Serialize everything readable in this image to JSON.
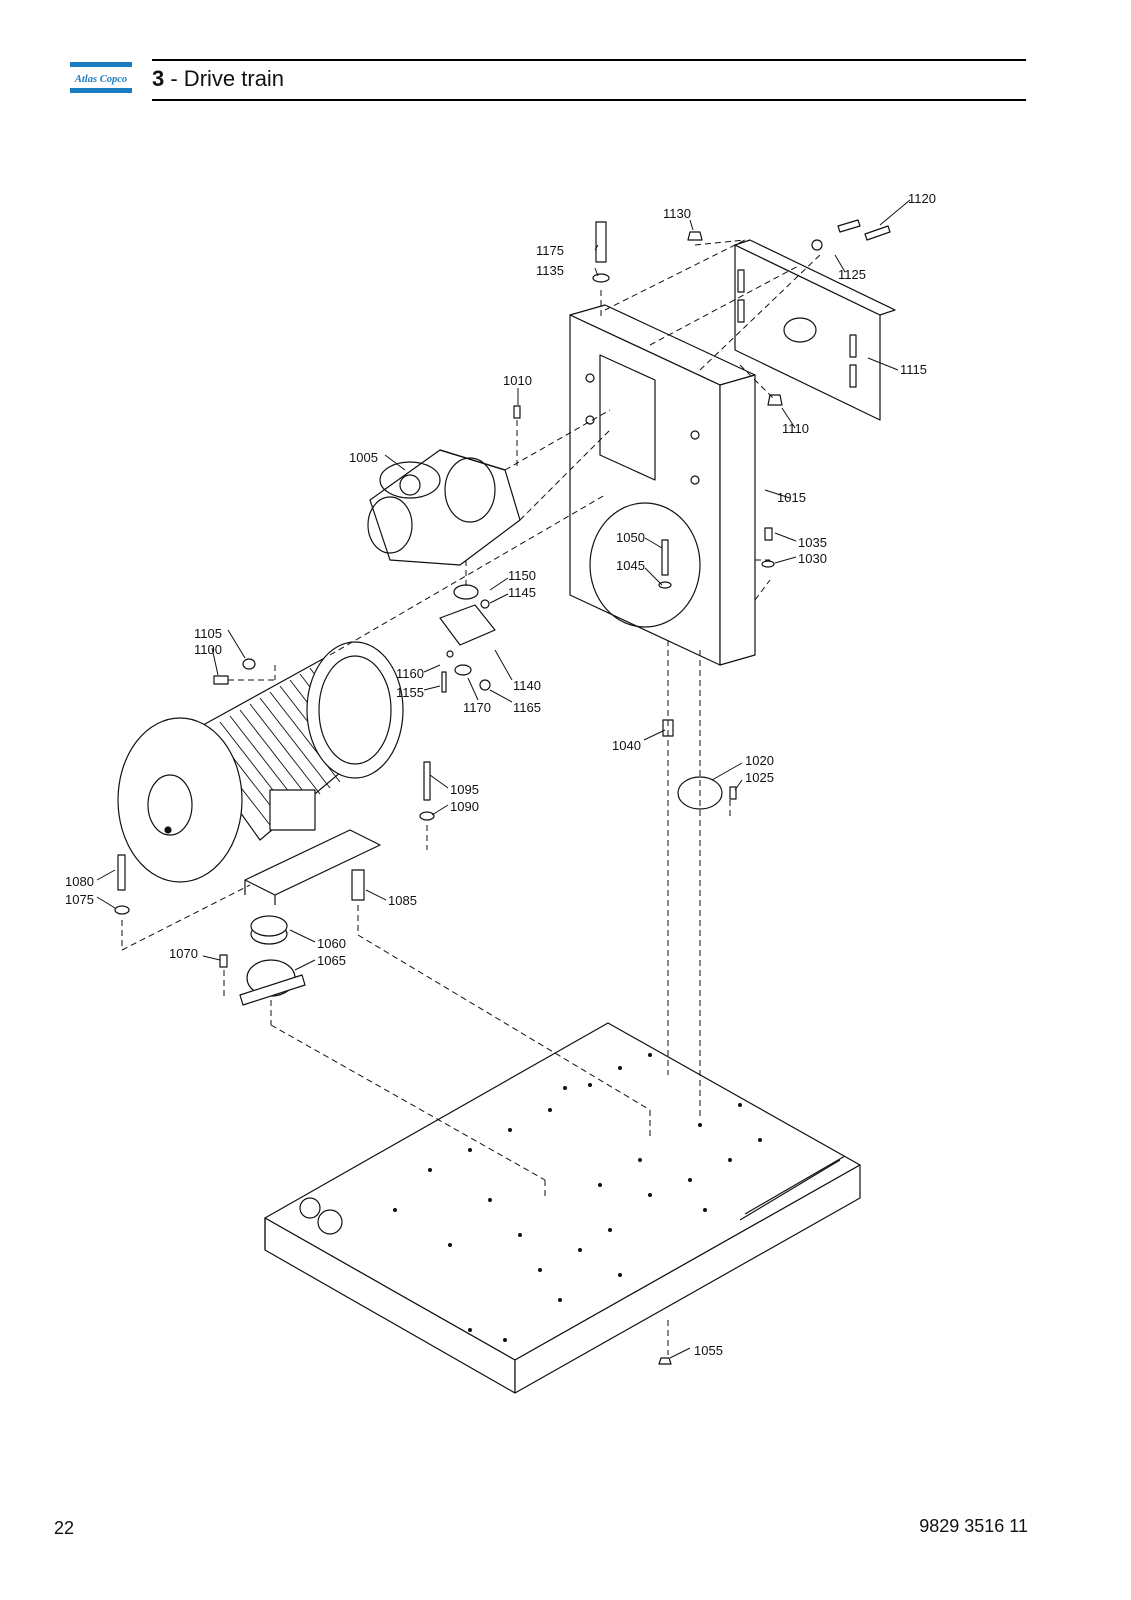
{
  "header": {
    "logo_text": "Atlas Copco",
    "chapter_number": "3",
    "chapter_title": " - Drive train"
  },
  "parts": {
    "p1005": "1005",
    "p1010": "1010",
    "p1015": "1015",
    "p1020": "1020",
    "p1025": "1025",
    "p1030": "1030",
    "p1035": "1035",
    "p1040": "1040",
    "p1045": "1045",
    "p1050": "1050",
    "p1055": "1055",
    "p1060": "1060",
    "p1065": "1065",
    "p1070": "1070",
    "p1075": "1075",
    "p1080": "1080",
    "p1085": "1085",
    "p1090": "1090",
    "p1095": "1095",
    "p1100": "1100",
    "p1105": "1105",
    "p1110": "1110",
    "p1115": "1115",
    "p1120": "1120",
    "p1125": "1125",
    "p1130": "1130",
    "p1135": "1135",
    "p1140": "1140",
    "p1145": "1145",
    "p1150": "1150",
    "p1155": "1155",
    "p1160": "1160",
    "p1165": "1165",
    "p1170": "1170",
    "p1175": "1175"
  },
  "footer": {
    "page_number": "22",
    "document_number": "9829 3516 11"
  }
}
